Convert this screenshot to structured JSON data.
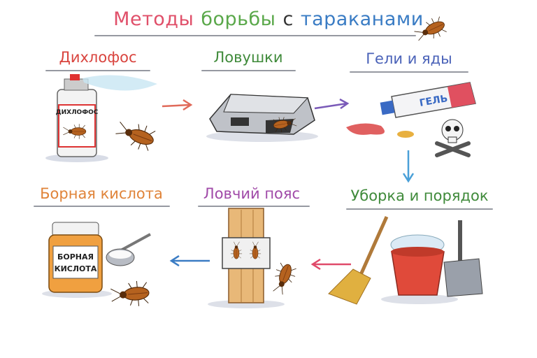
{
  "title": {
    "words": [
      "Методы",
      "борьбы",
      "с",
      "тараканами"
    ],
    "colors": [
      "#e0506a",
      "#5aa84a",
      "#333333",
      "#3a7cc4"
    ]
  },
  "methods": [
    {
      "label": "Дихлофос",
      "color": "#d9453f",
      "can_text": "ДИХЛОФОС"
    },
    {
      "label": "Ловушки",
      "color": "#3f8a3a"
    },
    {
      "label": "Гели и яды",
      "color": "#4a62b8",
      "tube_text": "ГЕЛЬ"
    },
    {
      "label": "Уборка и порядок",
      "color": "#3f8a3a"
    },
    {
      "label": "Ловчий пояс",
      "color": "#a04aa8"
    },
    {
      "label": "Борная кислота",
      "color": "#e0843a",
      "jar_text_1": "БОРНАЯ",
      "jar_text_2": "КИСЛОТА"
    }
  ],
  "arrows": {
    "colors": [
      "#e06a5a",
      "#7a5ab8",
      "#4aa0d8",
      "#e04a6a",
      "#3a7cc4"
    ]
  }
}
